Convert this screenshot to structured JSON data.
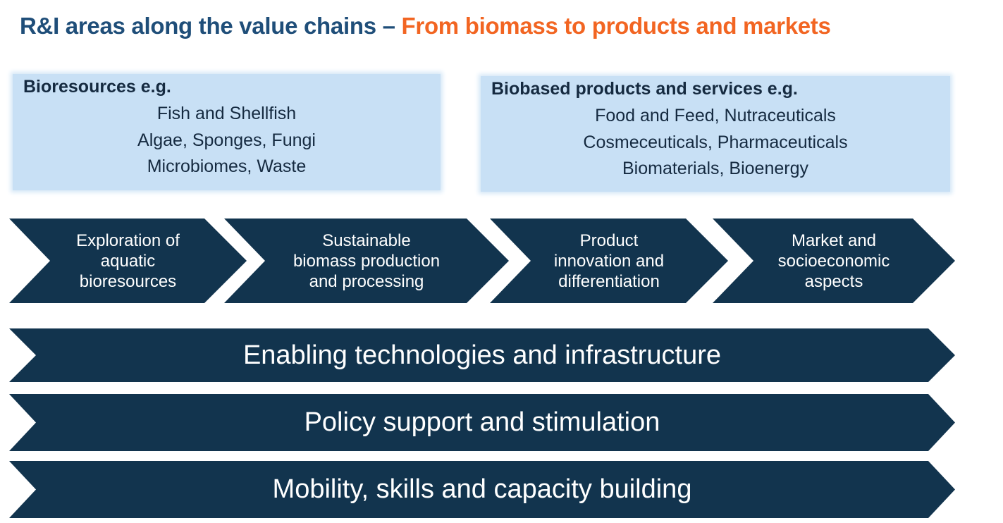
{
  "title": {
    "part1": "R&I areas along the value chains – ",
    "part2": "From biomass to products and markets"
  },
  "bioresources": {
    "heading": "Bioresources  e.g.",
    "lines": [
      "Fish and Shellfish",
      "Algae,  Sponges,  Fungi",
      "Microbiomes,  Waste"
    ]
  },
  "products": {
    "heading": "Biobased  products and services e.g.",
    "lines": [
      "Food and Feed,  Nutraceuticals",
      "Cosmeceuticals,  Pharmaceuticals",
      "Biomaterials,  Bioenergy"
    ]
  },
  "steps": [
    {
      "lines": [
        "Exploration of",
        "aquatic",
        "bioresources"
      ]
    },
    {
      "lines": [
        "Sustainable",
        "biomass production",
        "and processing"
      ]
    },
    {
      "lines": [
        "Product",
        "innovation and",
        "differentiation"
      ]
    },
    {
      "lines": [
        "Market and",
        "socioeconomic",
        "aspects"
      ]
    }
  ],
  "bands": [
    "Enabling technologies and infrastructure",
    "Policy support and stimulation",
    "Mobility, skills and capacity building"
  ],
  "colors": {
    "title_blue": "#1f4e79",
    "title_orange": "#f26522",
    "chevron": "#12344e",
    "box": "#c8e0f5"
  }
}
